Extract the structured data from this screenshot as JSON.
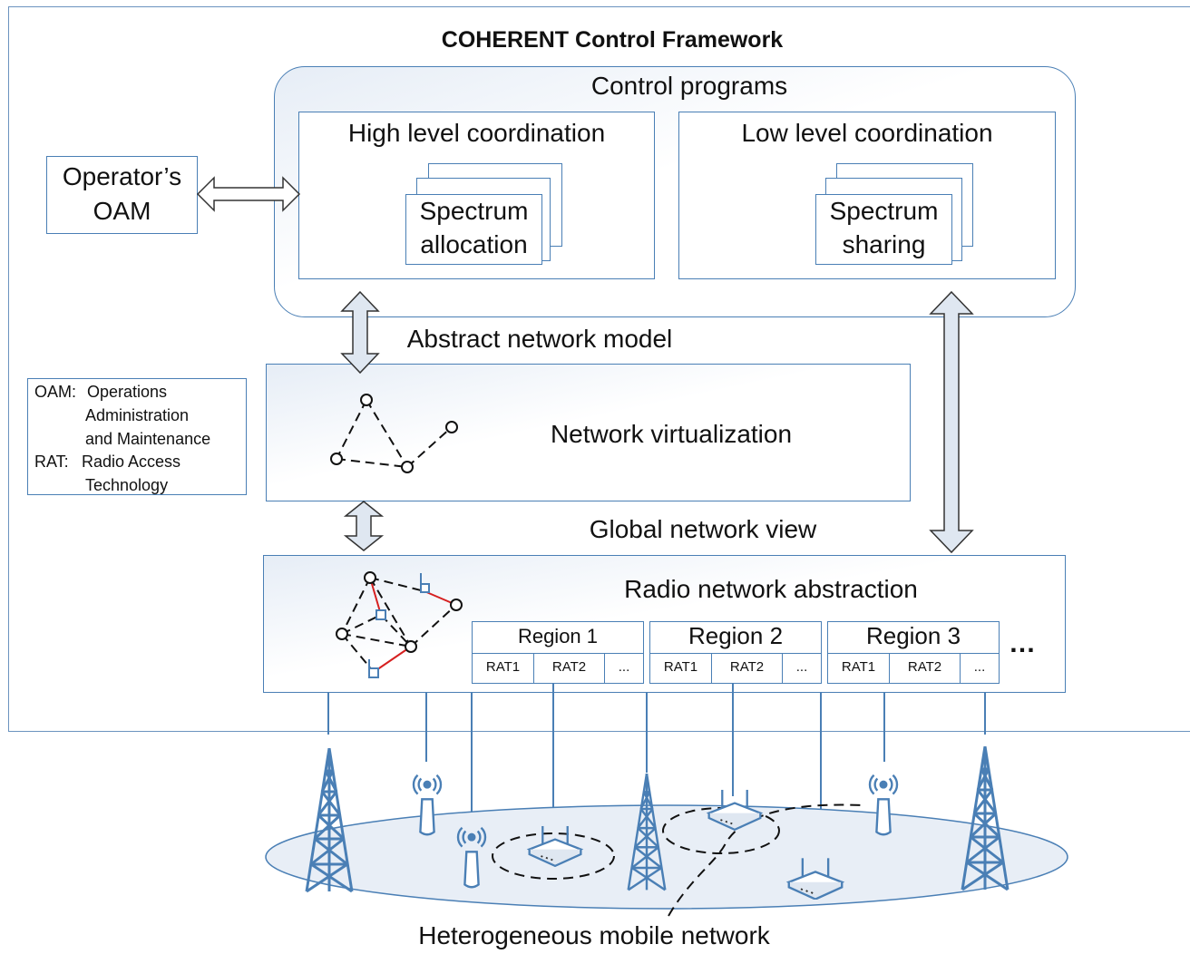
{
  "framework": {
    "title": "COHERENT Control Framework"
  },
  "control_programs": {
    "title": "Control programs",
    "high": {
      "title": "High level coordination",
      "card_line1": "Spectrum",
      "card_line2": "allocation"
    },
    "low": {
      "title": "Low level coordination",
      "card_line1": "Spectrum",
      "card_line2": "sharing"
    }
  },
  "oam_box": {
    "line1": "Operator’s",
    "line2": "OAM"
  },
  "abstract_model_label": "Abstract network model",
  "virtualization": {
    "title": "Network virtualization"
  },
  "global_view_label": "Global network view",
  "radio_abstraction": {
    "title": "Radio network abstraction",
    "regions": [
      {
        "name": "Region 1",
        "rats": [
          "RAT1",
          "RAT2",
          "..."
        ]
      },
      {
        "name": "Region 2",
        "rats": [
          "RAT1",
          "RAT2",
          "..."
        ]
      },
      {
        "name": "Region 3",
        "rats": [
          "RAT1",
          "RAT2",
          "..."
        ]
      }
    ],
    "more": "…"
  },
  "legend": {
    "oam_key": "OAM:",
    "oam_line1": "Operations",
    "oam_line2": "Administration",
    "oam_line3": "and Maintenance",
    "rat_key": "RAT:",
    "rat_line1": "Radio Access",
    "rat_line2": "Technology"
  },
  "bottom_label": "Heterogeneous mobile network",
  "colors": {
    "border": "#4a7fb5",
    "link_red": "#d62020",
    "arrow_fill": "#dfe7f1"
  }
}
